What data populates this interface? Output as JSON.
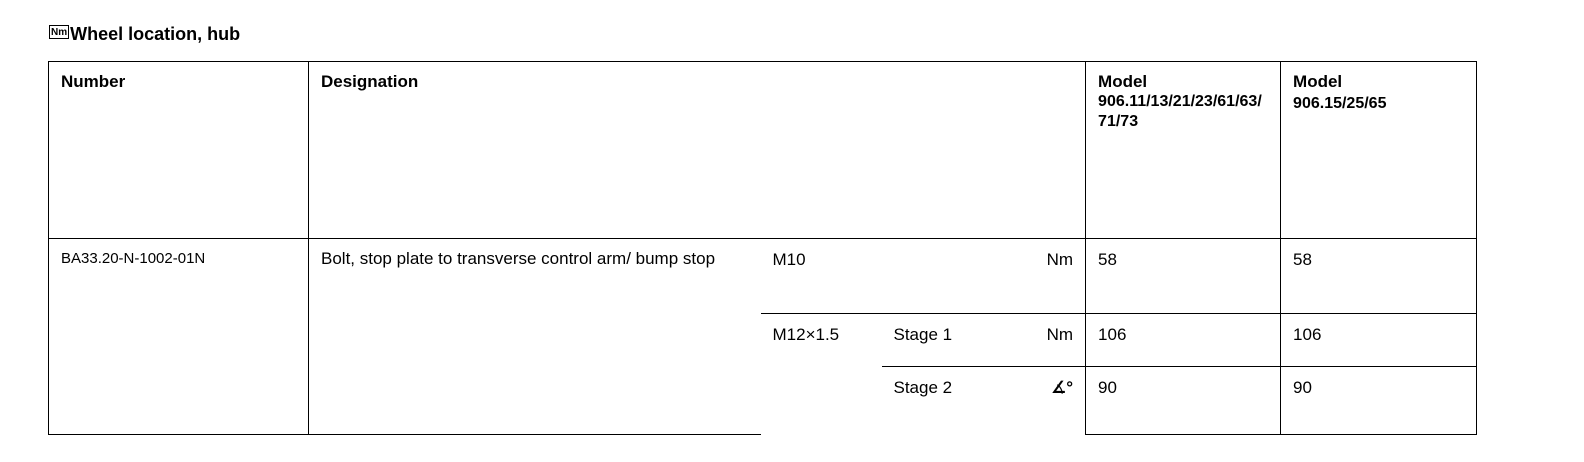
{
  "title": "Wheel location, hub",
  "icon": {
    "label": "Nm",
    "name": "nm-torque-icon"
  },
  "headers": {
    "number": "Number",
    "designation": "Designation",
    "model1_label": "Model",
    "model1_values": "906.11/13/21/23/61/63/71/73",
    "model2_label": "Model",
    "model2_values": "906.15/25/65"
  },
  "row": {
    "number": "BA33.20-N-1002-01N",
    "designation": "Bolt, stop plate to transverse control arm/ bump stop",
    "specs": [
      {
        "thread": "M10",
        "stage": "",
        "unit": "Nm",
        "model1": "58",
        "model2": "58"
      },
      {
        "thread": "M12×1.5",
        "stage": "Stage 1",
        "unit": "Nm",
        "model1": "106",
        "model2": "106"
      },
      {
        "thread": "",
        "stage": "Stage 2",
        "unit": "∡°",
        "model1": "90",
        "model2": "90"
      }
    ]
  }
}
